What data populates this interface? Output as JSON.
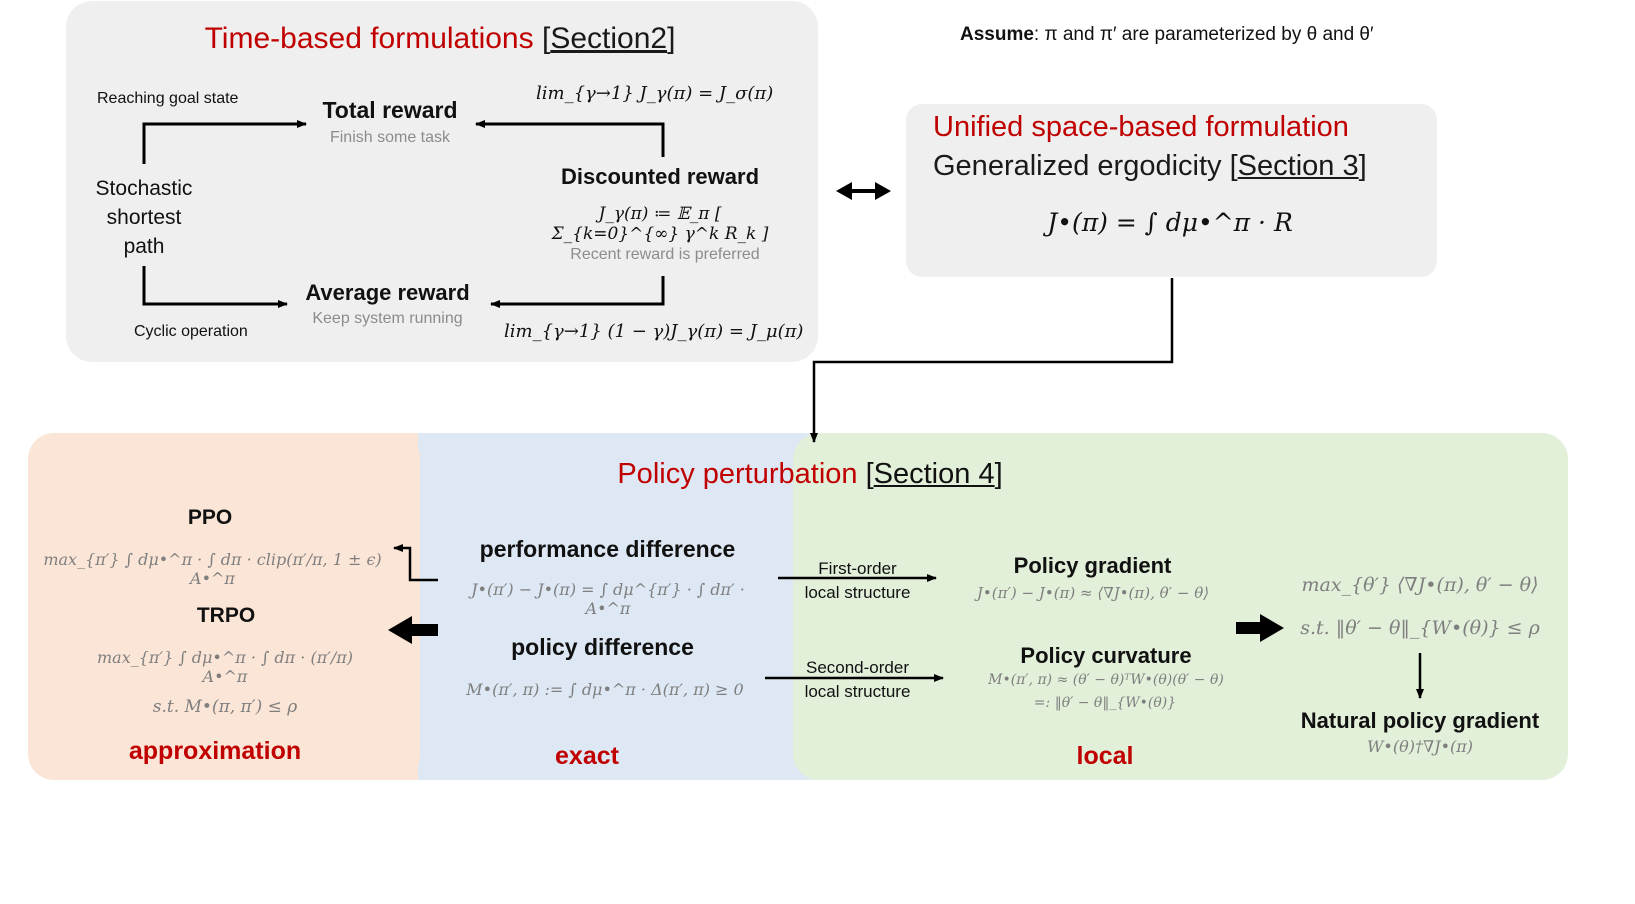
{
  "time_panel": {
    "title": "Time-based formulations",
    "section_ref": "Section2",
    "reaching_goal": "Reaching goal state",
    "total_reward": "Total reward",
    "total_reward_sub": "Finish some task",
    "limit_total": "lim_{γ→1} J_γ(π) = J_σ(π)",
    "limit_total_main": "J",
    "ssp_line1": "Stochastic",
    "ssp_line2": "shortest",
    "ssp_line3": "path",
    "discounted_reward": "Discounted reward",
    "discounted_formula": "J_γ(π) ≔ 𝔼_π [ Σ_{k=0}^{∞} γ^k R_k ]",
    "discounted_sub": "Recent reward is preferred",
    "average_reward": "Average reward",
    "average_reward_sub": "Keep system running",
    "cyclic": "Cyclic operation",
    "limit_average": "lim_{γ→1} (1 − γ)J_γ(π) = J_μ(π)"
  },
  "assume": {
    "label": "Assume",
    "text": ": π and π′ are parameterized by θ and θ′"
  },
  "unified_panel": {
    "title": "Unified space-based formulation",
    "subtitle": "Generalized ergodicity",
    "section_ref": "Section 3",
    "formula": "J•(π) = ∫ dμ•^π · R"
  },
  "perturbation": {
    "title": "Policy perturbation",
    "section_ref": "Section 4",
    "ppo_label": "PPO",
    "ppo_formula": "max_{π′} ∫ dμ•^π · ∫ dπ · clip(π′/π, 1 ± ϵ) A•^π",
    "trpo_label": "TRPO",
    "trpo_formula": "max_{π′} ∫ dμ•^π · ∫ dπ · (π′/π) A•^π",
    "trpo_constraint": "s.t.  M•(π, π′) ≤ ρ",
    "approximation": "approximation",
    "perf_diff": "performance difference",
    "perf_diff_formula": "J•(π′) − J•(π) = ∫ dμ^{π′} · ∫ dπ′ · A•^π",
    "policy_diff": "policy difference",
    "policy_diff_formula": "M•(π′, π) := ∫ dμ•^π · Δ(π′, π) ≥ 0",
    "exact": "exact",
    "first_order_1": "First-order",
    "first_order_2": "local structure",
    "second_order_1": "Second-order",
    "second_order_2": "local structure",
    "policy_gradient": "Policy gradient",
    "policy_gradient_formula": "J•(π′) − J•(π) ≈ ⟨∇J•(π), θ′ − θ⟩",
    "policy_curvature": "Policy curvature",
    "curvature_formula_1": "M•(π′, π) ≈ (θ′ − θ)ᵀW•(θ)(θ′ − θ)",
    "curvature_formula_2": "=: ‖θ′ − θ‖_{W•(θ)}",
    "local": "local",
    "opt_line1": "max_{θ′} ⟨∇J•(π), θ′ − θ⟩",
    "opt_line2": "s.t. ‖θ′ − θ‖_{W•(θ)} ≤ ρ",
    "npg": "Natural policy gradient",
    "npg_formula": "W•(θ)†∇J•(π)"
  },
  "colors": {
    "red": "#c00000",
    "gray_panel": "#efefef",
    "orange_panel": "#fbe5d6",
    "blue_panel": "#dde8f4",
    "green_panel": "#e2efd9"
  }
}
